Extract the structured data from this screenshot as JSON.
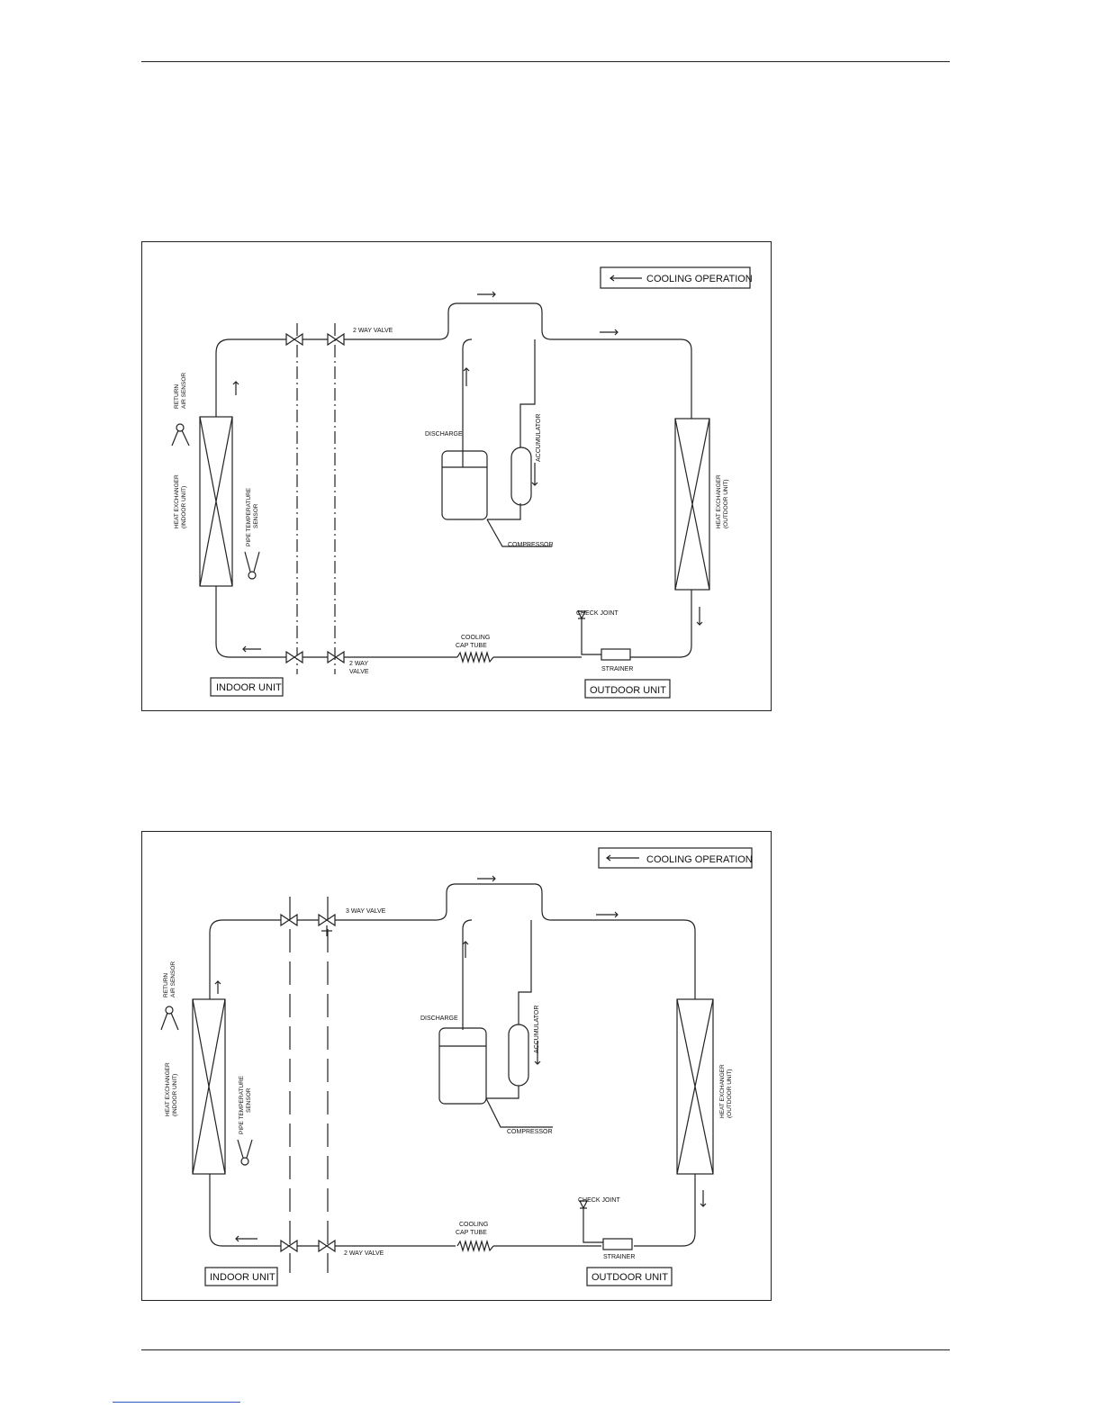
{
  "diagram1": {
    "legend": "COOLING OPERATION",
    "valve_top": "2 WAY VALVE",
    "valve_bottom_line1": "2 WAY",
    "valve_bottom_line2": "VALVE",
    "discharge": "DISCHARGE",
    "accumulator": "ACCUMULATOR",
    "compressor": "COMPRESSOR",
    "return_sensor_line1": "RETURN",
    "return_sensor_line2": "AIR SENSOR",
    "indoor_hx_line1": "HEAT EXCHANGER",
    "indoor_hx_line2": "(INDOOR UNIT)",
    "pipe_sensor_line1": "PIPE TEMPERATURE",
    "pipe_sensor_line2": "SENSOR",
    "outdoor_hx_line1": "HEAT EXCHANGER",
    "outdoor_hx_line2": "(OUTDOOR UNIT)",
    "cap_tube_line1": "COOLING",
    "cap_tube_line2": "CAP TUBE",
    "check_joint": "CHECK JOINT",
    "strainer": "STRAINER",
    "indoor_unit": "INDOOR UNIT",
    "outdoor_unit": "OUTDOOR UNIT"
  },
  "diagram2": {
    "legend": "COOLING OPERATION",
    "valve_top": "3 WAY VALVE",
    "valve_bottom": "2 WAY VALVE",
    "discharge": "DISCHARGE",
    "accumulator": "ACCUMULATOR",
    "compressor": "COMPRESSOR",
    "return_sensor_line1": "RETURN",
    "return_sensor_line2": "AIR SENSOR",
    "indoor_hx_line1": "HEAT EXCHANGER",
    "indoor_hx_line2": "(INDOOR UNIT)",
    "pipe_sensor_line1": "PIPE TEMPERATURE",
    "pipe_sensor_line2": "SENSOR",
    "outdoor_hx_line1": "HEAT EXCHANGER",
    "outdoor_hx_line2": "(OUTDOOR UNIT)",
    "cap_tube_line1": "COOLING",
    "cap_tube_line2": "CAP TUBE",
    "check_joint": "CHECK JOINT",
    "strainer": "STRAINER",
    "indoor_unit": "INDOOR UNIT",
    "outdoor_unit": "OUTDOOR UNIT"
  }
}
